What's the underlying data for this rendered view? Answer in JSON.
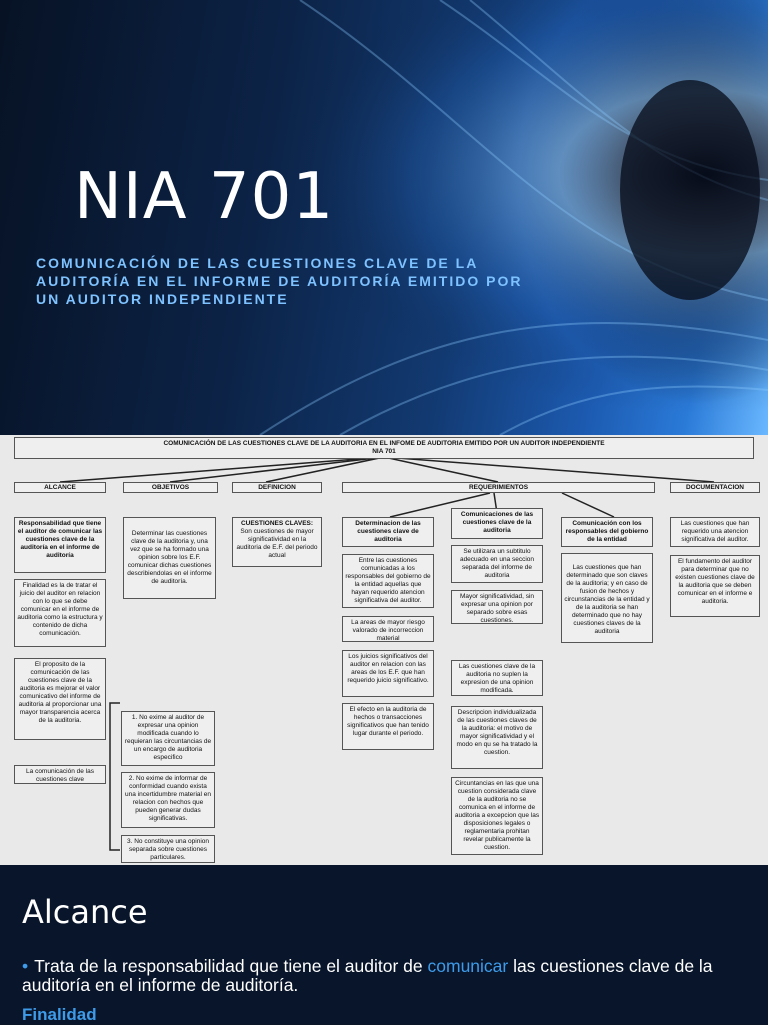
{
  "slide": {
    "title": "NIA 701",
    "subtitle": "COMUNICACIÓN DE LAS CUESTIONES CLAVE DE LA AUDITORÍA EN EL INFORME DE AUDITORÍA EMITIDO POR UN AUDITOR INDEPENDIENTE"
  },
  "diagram": {
    "header_line1": "COMUNICACIÓN DE LAS CUESTIONES CLAVE DE LA AUDITORIA EN EL INFOME DE AUDITORIA EMITIDO POR UN AUDITOR INDEPENDIENTE",
    "header_line2": "NIA 701",
    "categories": {
      "alcance": "ALCANCE",
      "objetivos": "OBJETIVOS",
      "definicion": "DEFINICION",
      "requerimientos": "REQUERIMIENTOS",
      "documentacion": "DOCUMENTACION"
    },
    "alcance": {
      "a1": "Responsabilidad que tiene el auditor de comunicar las cuestiones clave de la auditoría en el informe de auditoría",
      "a2": "Finalidad es la de tratar el juicio del auditor en relacion con lo que se debe comunicar en el informe de auditoria como la estructura y contenido de dicha comunicación.",
      "a3": "El proposito de la comunicación de las cuestiones clave de la auditoria es mejorar el valor comunicativo del informe de auditoria al proporcionar una mayor transparencia acerca de la auditoria.",
      "a4": "La comunicación de las cuestiones clave",
      "n1": "1. No exime al auditor de expresar una opinion modificada cuando lo requieran las circuntancias de un encargo de auditoria especifico",
      "n2": "2. No exime de informar de conformidad cuando exista una incertidumbre material en relacion con hechos que pueden generar dudas significativas.",
      "n3": "3. No constituye una opinion separada sobre cuestiones particulares."
    },
    "objetivos": {
      "o1": "Determinar las cuestiones clave de la auditoria y, una vez que se ha formado una opinion sobre los E.F. comunicar dichas cuestiones describiendolas en el informe de auditoría."
    },
    "definicion": {
      "title": "CUESTIONES CLAVES:",
      "text": "Son cuestiones de mayor significatividad en la auditoria de E.F. del periodo actual"
    },
    "req1": {
      "title": "Determinacion de las cuestiones clave de auditoria",
      "r1": "Entre las cuestiones comunicadas a los responsables del gobierno de la entidad aquellas que hayan requerido atencion significativa del auditor.",
      "r2": "La areas de mayor riesgo valorado de incorreccion material",
      "r3": "Los juicios significativos del auditor en relacion con las areas de los E.F. que han requerido juicio significativo.",
      "r4": "El efecto en la auditoria de hechos o transacciones significativos que han tenido lugar durante el periodo."
    },
    "req2": {
      "title": "Comunicaciones de las cuestiones clave de la auditoria",
      "r1": "Se utilizara un subtitulo adecuado en una seccion separada del informe de auditoria",
      "r2": "Mayor significatividad, sin expresar una opinion por separado sobre esas cuestiones.",
      "r3": "Las cuestiones clave de la auditoria no suplen la expresion de una opinion modificada.",
      "r4": "Descripcion individualizada de las cuestiones claves de la auditoria: el motivo de mayor significatividad y el modo en qu se ha tratado la cuestion.",
      "r5": "Circuntancias en las que una cuestion considerada clave de la auditoria no se comunica en el informe de auditoria a excepcion que las disposiciones legales o reglamentaria prohitan revelar publicamente la cuestion."
    },
    "req3": {
      "title": "Comunicación con los responsables del gobierno de la entidad",
      "r1": "Las cuestiones que han determinado que son claves de la auditoria; y en caso de fusion de hechos y circunstancias de la entidad y de la auditoria se han determinado que no hay cuestiones claves de la auditoria"
    },
    "documentacion": {
      "d1": "Las cuestiones que han requerido una atencion significativa del auditor.",
      "d2": "El fundamento del auditor para determinar que no existen cuestiones clave de la auditoria que se deben comunicar en el informe e auditoria."
    }
  },
  "section": {
    "heading": "Alcance",
    "bullet_before": "Trata de la responsabilidad que tiene el auditor de ",
    "bullet_highlight": "comunicar",
    "bullet_after": " las cuestiones clave de la auditoría en el informe de auditoría.",
    "next_heading": "Finalidad"
  },
  "colors": {
    "accent": "#3d9be9",
    "subtitle": "#7ec2ff"
  }
}
